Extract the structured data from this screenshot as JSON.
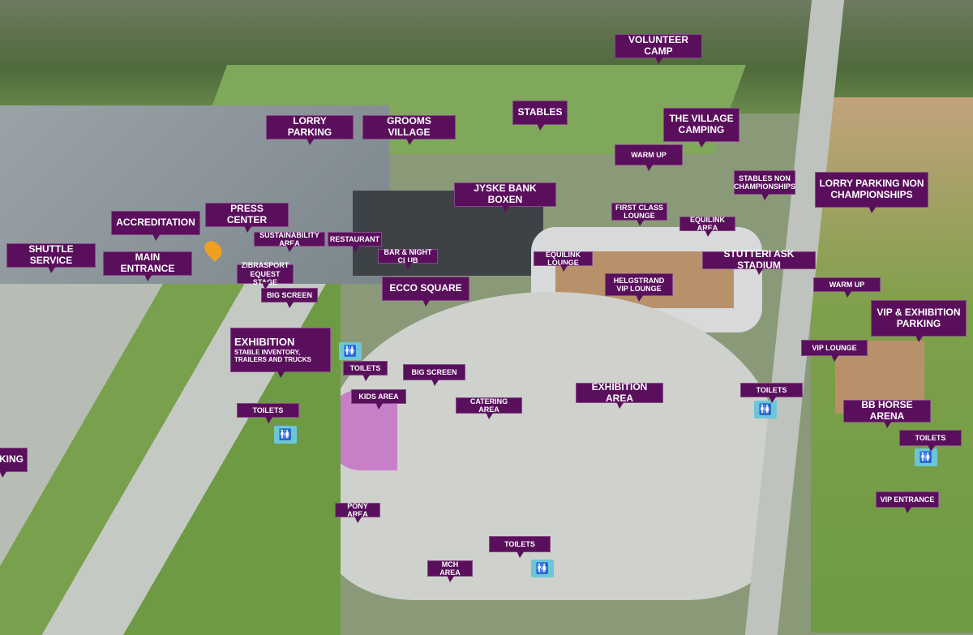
{
  "labels": {
    "volunteer_camp": "VOLUNTEER CAMP",
    "lorry_parking": "LORRY PARKING",
    "grooms_village": "GROOMS VILLAGE",
    "stables": "STABLES",
    "village_camping": "THE VILLAGE CAMPING",
    "warm_up_1": "WARM UP",
    "stables_non": "STABLES NON CHAMPIONSHIPS",
    "lorry_parking_non": "LORRY PARKING NON CHAMPIONSHIPS",
    "jyske_bank": "JYSKE BANK BOXEN",
    "first_class": "FIRST CLASS LOUNGE",
    "equilink_area": "EQUILINK AREA",
    "accreditation": "ACCREDITATION",
    "press_center": "PRESS CENTER",
    "sustainability": "SUSTAINABILITY AREA",
    "restaurant": "RESTAURANT",
    "bar": "BAR & NIGHT CLUB",
    "shuttle": "SHUTTLE SERVICE",
    "main_entrance": "MAIN ENTRANCE",
    "equilink_lounge": "EQUILINK LOUNGE",
    "stutteri": "STUTTERI ASK STADIUM",
    "helgstrand": "HELGSTRAND VIP LOUNGE",
    "zibrasport": "ZIBRASPORT EQUEST STAGE",
    "big_screen_1": "BIG SCREEN",
    "ecco": "ECCO SQUARE",
    "warm_up_2": "WARM UP",
    "vip_parking": "VIP & EXHIBITION PARKING",
    "exhibition": "EXHIBITION",
    "exhibition_sub": "STABLE INVENTORY, TRAILERS AND TRUCKS",
    "toilets_1": "TOILETS",
    "big_screen_2": "BIG SCREEN",
    "vip_lounge": "VIP LOUNGE",
    "exhibition_area": "EXHIBITION AREA",
    "toilets_2": "TOILETS",
    "kids_area": "KIDS AREA",
    "catering": "CATERING AREA",
    "bb_horse": "BB HORSE ARENA",
    "toilets_3": "TOILETS",
    "toilets_4": "TOILETS",
    "parking_cut": "PARKING",
    "vip_entrance": "VIP ENTRANCE",
    "pony_area": "PONY AREA",
    "toilets_5": "TOILETS",
    "mch_area": "MCH AREA"
  },
  "colors": {
    "label_bg": "#5a0f5c",
    "toilet": "#6cc6d8",
    "pin": "#f0a020"
  },
  "icons": {
    "toilet": "toilet-icon",
    "pin": "location-pin-icon"
  }
}
